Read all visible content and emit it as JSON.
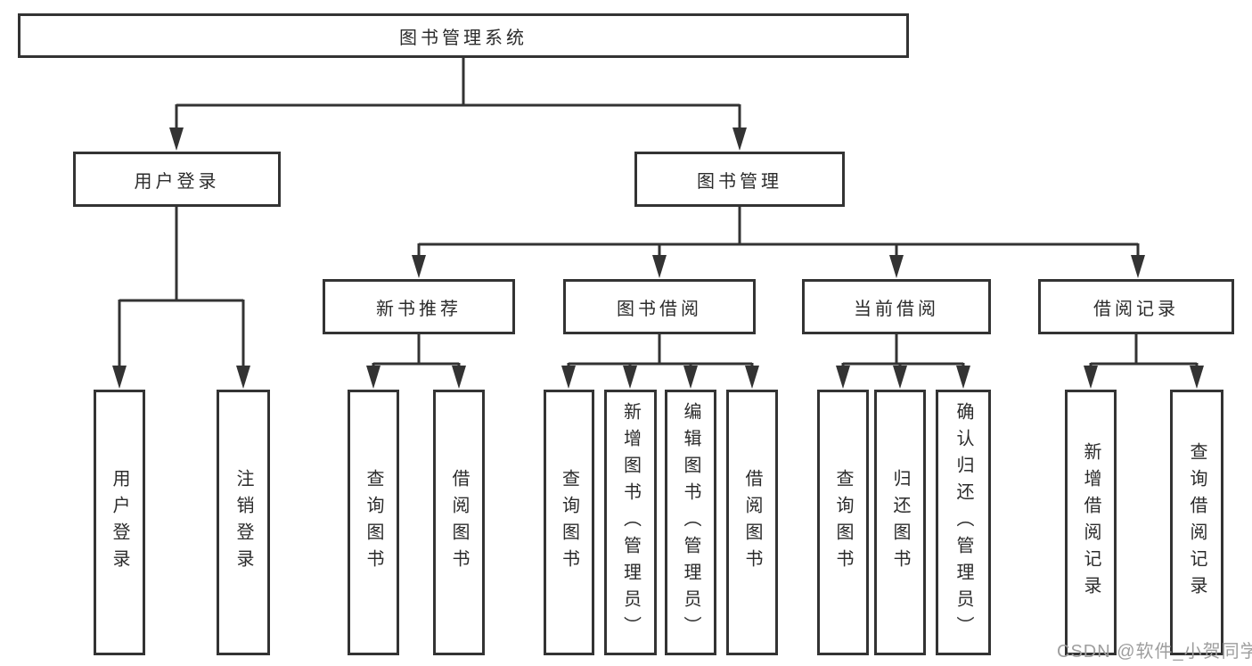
{
  "diagram": {
    "root": {
      "label": "图书管理系统"
    },
    "user_login": {
      "label": "用户登录",
      "children": [
        {
          "label": "用户登录"
        },
        {
          "label": "注销登录"
        }
      ]
    },
    "book_mgmt": {
      "label": "图书管理",
      "sections": [
        {
          "label": "新书推荐",
          "children": [
            {
              "label": "查询图书"
            },
            {
              "label": "借阅图书"
            }
          ]
        },
        {
          "label": "图书借阅",
          "children": [
            {
              "label": "查询图书"
            },
            {
              "label": "新增图书（管理员）"
            },
            {
              "label": "编辑图书（管理员）"
            },
            {
              "label": "借阅图书"
            }
          ]
        },
        {
          "label": "当前借阅",
          "children": [
            {
              "label": "查询图书"
            },
            {
              "label": "归还图书"
            },
            {
              "label": "确认归还（管理员）"
            }
          ]
        },
        {
          "label": "借阅记录",
          "children": [
            {
              "label": "新增借阅记录"
            },
            {
              "label": "查询借阅记录"
            }
          ]
        }
      ]
    },
    "watermark": "CSDN @软件_小贺同学"
  },
  "colors": {
    "line": "#333333",
    "text": "#2b2b2b",
    "watermark": "#9e9e9e",
    "background": "#ffffff"
  }
}
